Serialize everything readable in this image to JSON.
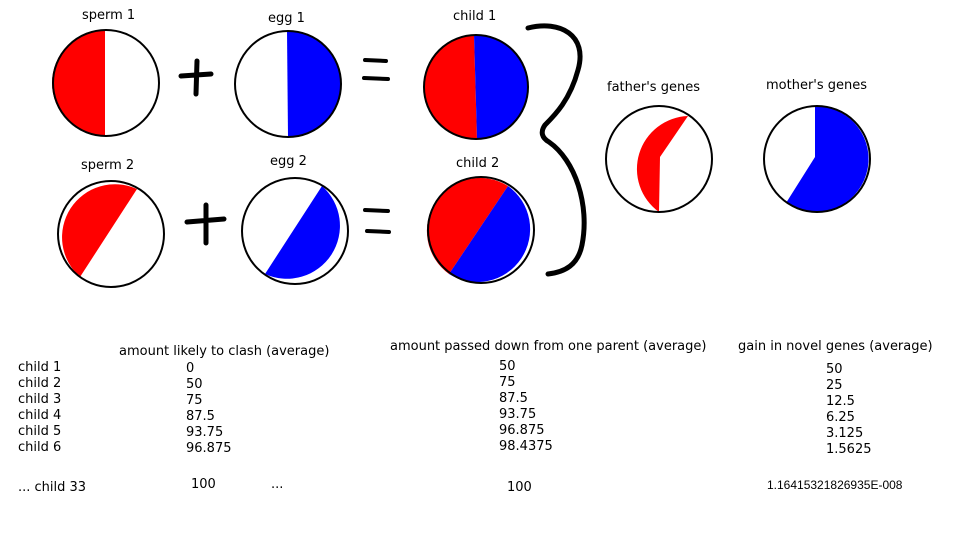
{
  "diagram": {
    "circles": [
      {
        "label": "sperm 1"
      },
      {
        "label": "egg 1"
      },
      {
        "label": "child 1"
      },
      {
        "label": "sperm 2"
      },
      {
        "label": "egg 2"
      },
      {
        "label": "child 2"
      },
      {
        "label": "father's genes"
      },
      {
        "label": "mother's genes"
      }
    ],
    "colors": {
      "father": "#ff0000",
      "mother": "#0000ff",
      "empty": "#ffffff",
      "outline": "#000000"
    }
  },
  "table": {
    "headers": {
      "clash": "amount likely to clash (average)",
      "passed": "amount passed down from one parent (average)",
      "novel": "gain in novel genes (average)"
    },
    "rows": [
      {
        "child": "child 1",
        "clash": "0",
        "passed": "50",
        "novel": "50"
      },
      {
        "child": "child 2",
        "clash": "50",
        "passed": "75",
        "novel": "25"
      },
      {
        "child": "child 3",
        "clash": "75",
        "passed": "87.5",
        "novel": "12.5"
      },
      {
        "child": "child 4",
        "clash": "87.5",
        "passed": "93.75",
        "novel": "6.25"
      },
      {
        "child": "child 5",
        "clash": "93.75",
        "passed": "96.875",
        "novel": "3.125"
      },
      {
        "child": "child 6",
        "clash": "96.875",
        "passed": "98.4375",
        "novel": "1.5625"
      }
    ],
    "last_row": {
      "child": "... child 33",
      "clash": "100",
      "ellipsis": "...",
      "passed": "100",
      "novel": "1.16415321826935E-008"
    }
  }
}
